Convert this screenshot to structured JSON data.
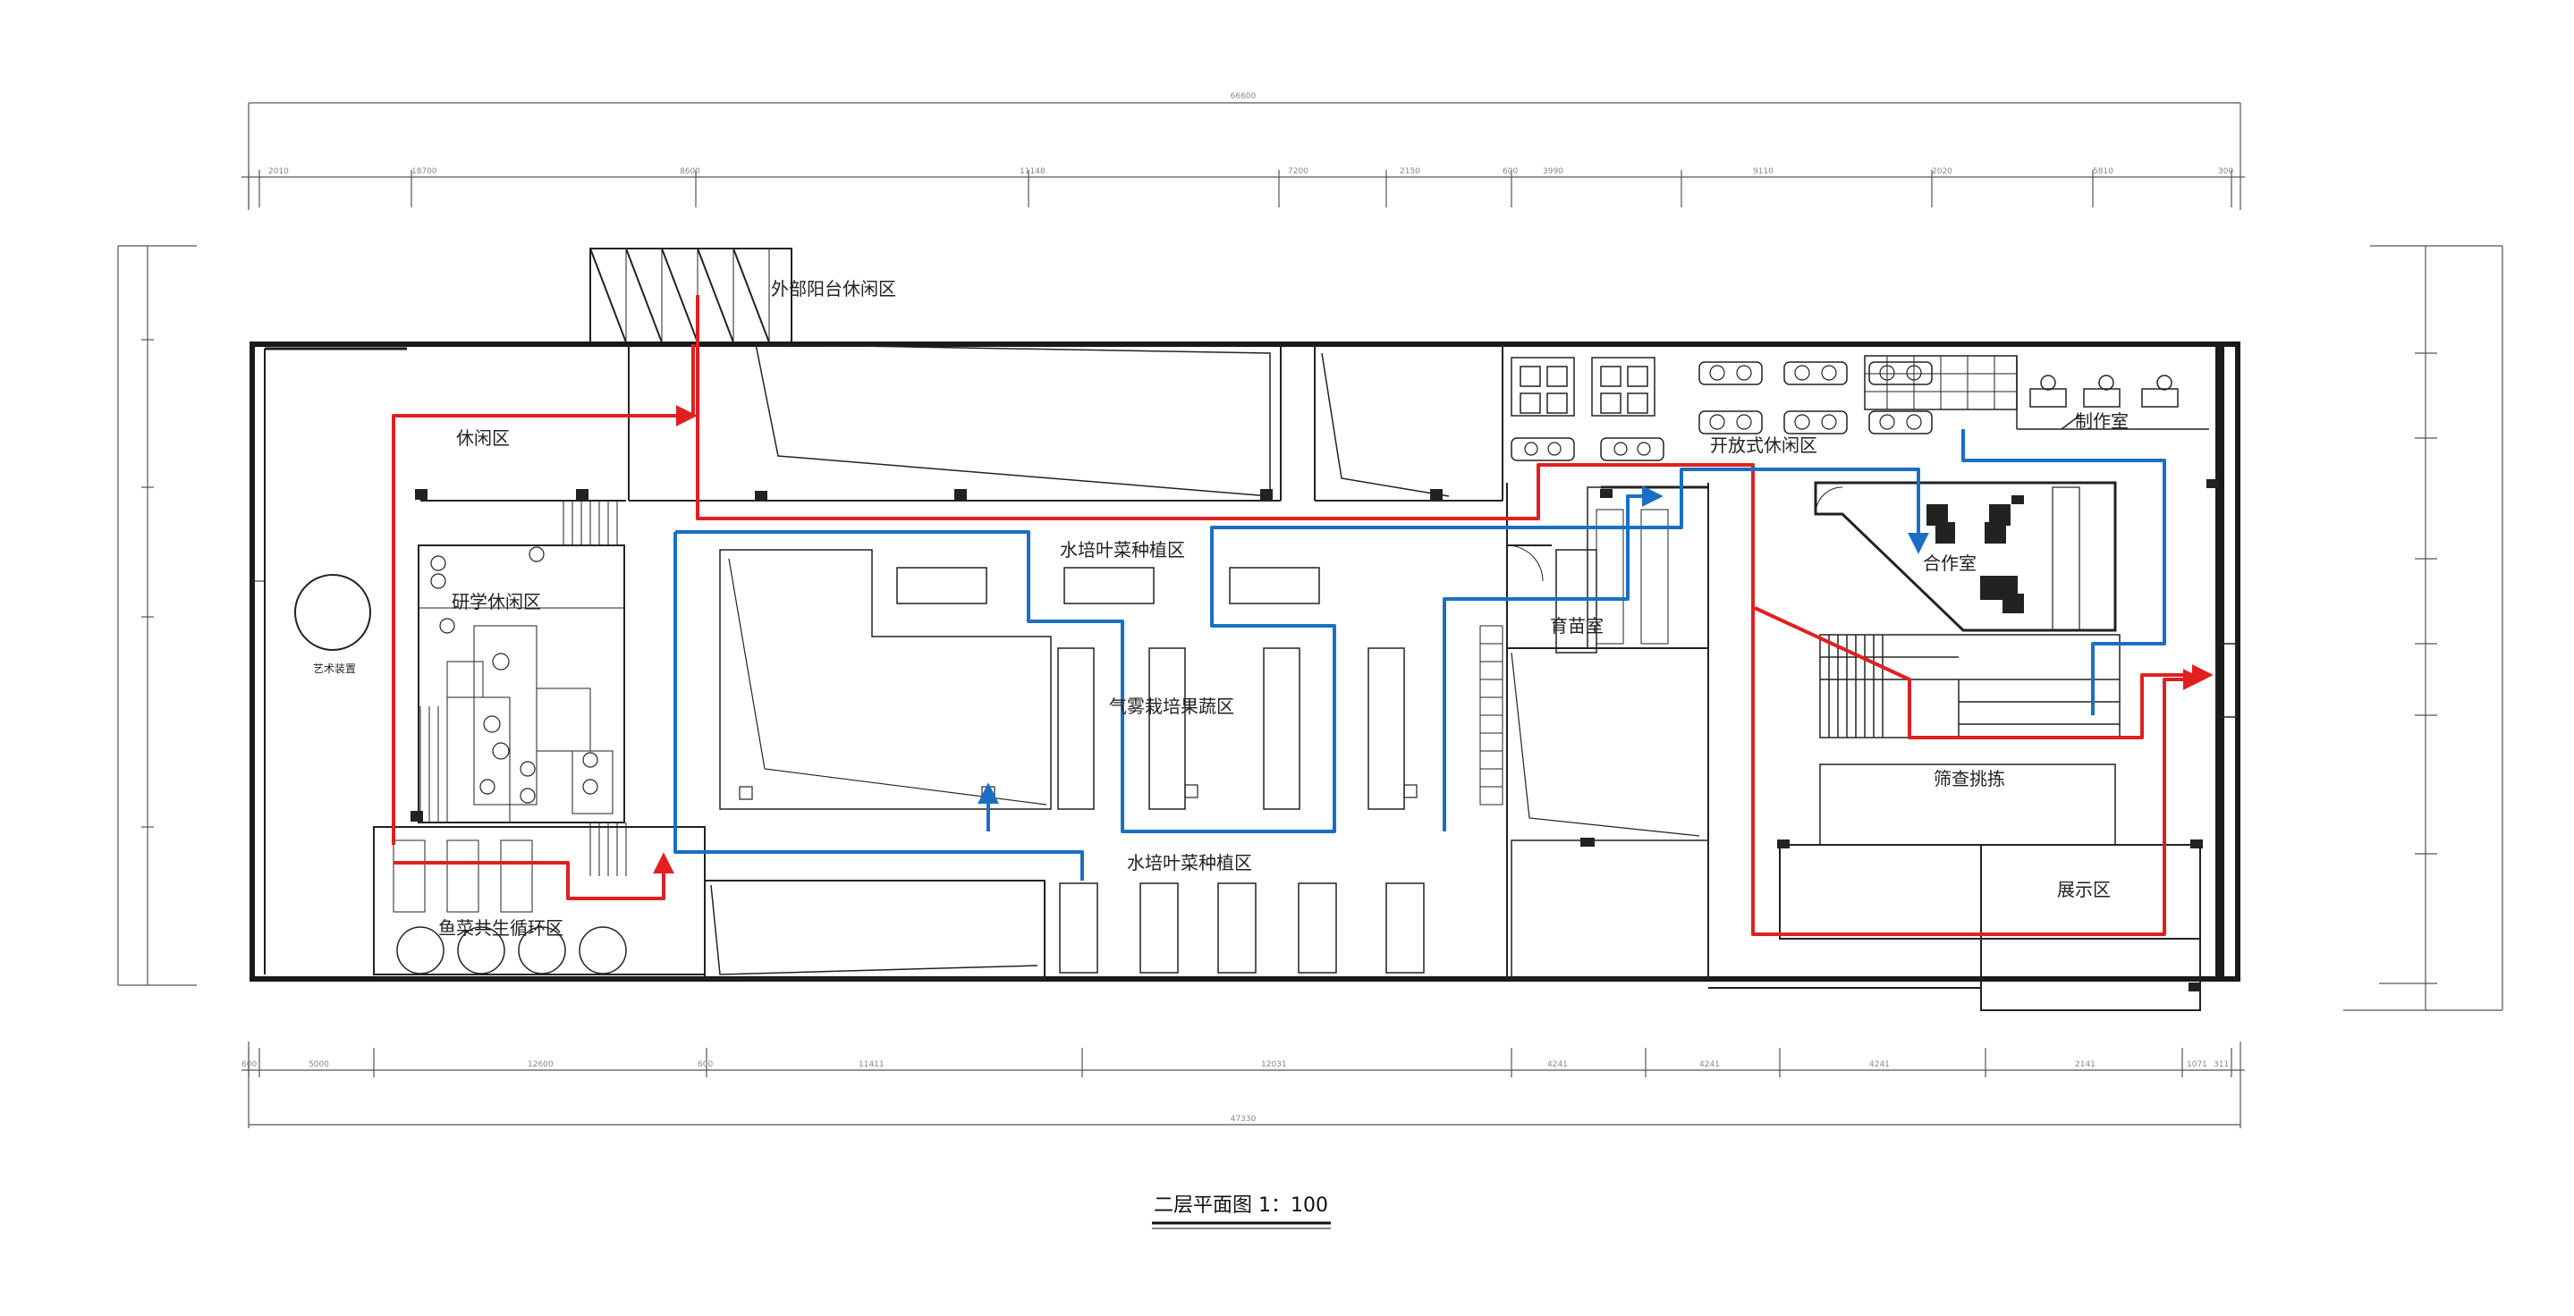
{
  "title": "二层平面图  1：100",
  "rooms": {
    "balcony": "外部阳台休闲区",
    "leisure": "休闲区",
    "study_leisure": "研学休闲区",
    "art_installation": "艺术装置",
    "hydro_top": "水培叶菜种植区",
    "aero_cultivation": "气雾栽培果蔬区",
    "hydro_bottom": "水培叶菜种植区",
    "fish_veg_cycle": "鱼菜共生循环区",
    "open_leisure": "开放式休闲区",
    "workshop": "制作室",
    "cooperation": "合作室",
    "seedling": "育苗室",
    "sorting": "筛查挑拣",
    "exhibition": "展示区"
  },
  "dims": {
    "overall_top": "66600",
    "overall_bottom": "47330",
    "top_segments": [
      "2010",
      "18700",
      "8600",
      "11148",
      "7200",
      "2150",
      "600",
      "3990",
      "9110",
      "2020",
      "5810",
      "300"
    ],
    "bottom_segments": [
      "600",
      "5000",
      "12600",
      "600",
      "11411",
      "12031",
      "4241",
      "4241",
      "4241",
      "2141",
      "1071",
      "311"
    ]
  },
  "colors": {
    "path_red": "#e02020",
    "path_blue": "#1a6fc4",
    "wall": "#1a1a1a"
  }
}
